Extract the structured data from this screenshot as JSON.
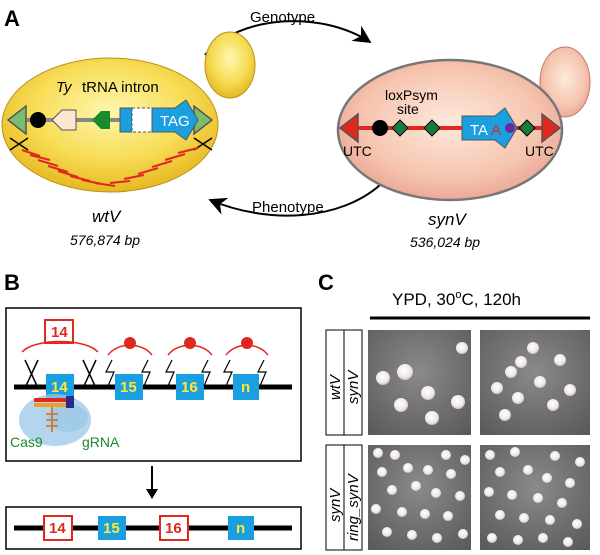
{
  "panel_a": {
    "letter": "A",
    "arrow_top_label": "Genotype",
    "arrow_bottom_label": "Phenotype",
    "left_cell": {
      "name": "wtV",
      "size": "576,874 bp",
      "ty_label": "Ty",
      "trna_label": "tRNA intron",
      "codon_label": "TAG"
    },
    "right_cell": {
      "name": "synV",
      "size": "536,024 bp",
      "loxp_label_line1": "loxPsym",
      "loxp_label_line2": "site",
      "codon_label_ta": "TA",
      "codon_label_a": "A",
      "utc_left": "UTC",
      "utc_right": "UTC"
    }
  },
  "panel_b": {
    "letter": "B",
    "top_boxes": [
      "14",
      "15",
      "16",
      "n"
    ],
    "excised_label": "14",
    "cas9_label": "Cas9",
    "grna_label": "gRNA",
    "bottom_boxes": [
      "14",
      "15",
      "16",
      "n"
    ]
  },
  "panel_c": {
    "letter": "C",
    "condition_prefix": "YPD, 30",
    "condition_sup": "o",
    "condition_suffix": "C, 120h",
    "row1_labels": [
      "wtV",
      "synV"
    ],
    "row2_labels": [
      "synV",
      "ring_synV"
    ]
  },
  "colors": {
    "cell_yellow": "#f5d84a",
    "cell_pink": "#f6c7b3",
    "arrow_blue": "#1aa0e0",
    "box_red": "#e0281e",
    "plate_gray": "#6e6e6e"
  }
}
